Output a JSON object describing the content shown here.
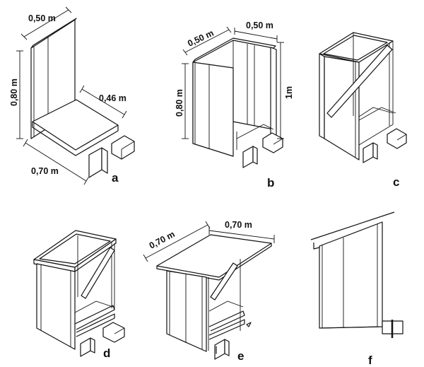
{
  "panels": {
    "a": {
      "label": "a",
      "dims": {
        "width": "0,50 m",
        "height": "0,80 m",
        "depth": "0,46 m",
        "base": "0,70 m"
      }
    },
    "b": {
      "label": "b",
      "dims": {
        "width_left": "0,50 m",
        "width_right": "0,50 m",
        "height": "0,80 m",
        "total_height": "1m"
      }
    },
    "c": {
      "label": "c"
    },
    "d": {
      "label": "d"
    },
    "e": {
      "label": "e",
      "dims": {
        "roof_left": "0,70 m",
        "roof_right": "0,70 m"
      }
    },
    "f": {
      "label": "f"
    }
  }
}
